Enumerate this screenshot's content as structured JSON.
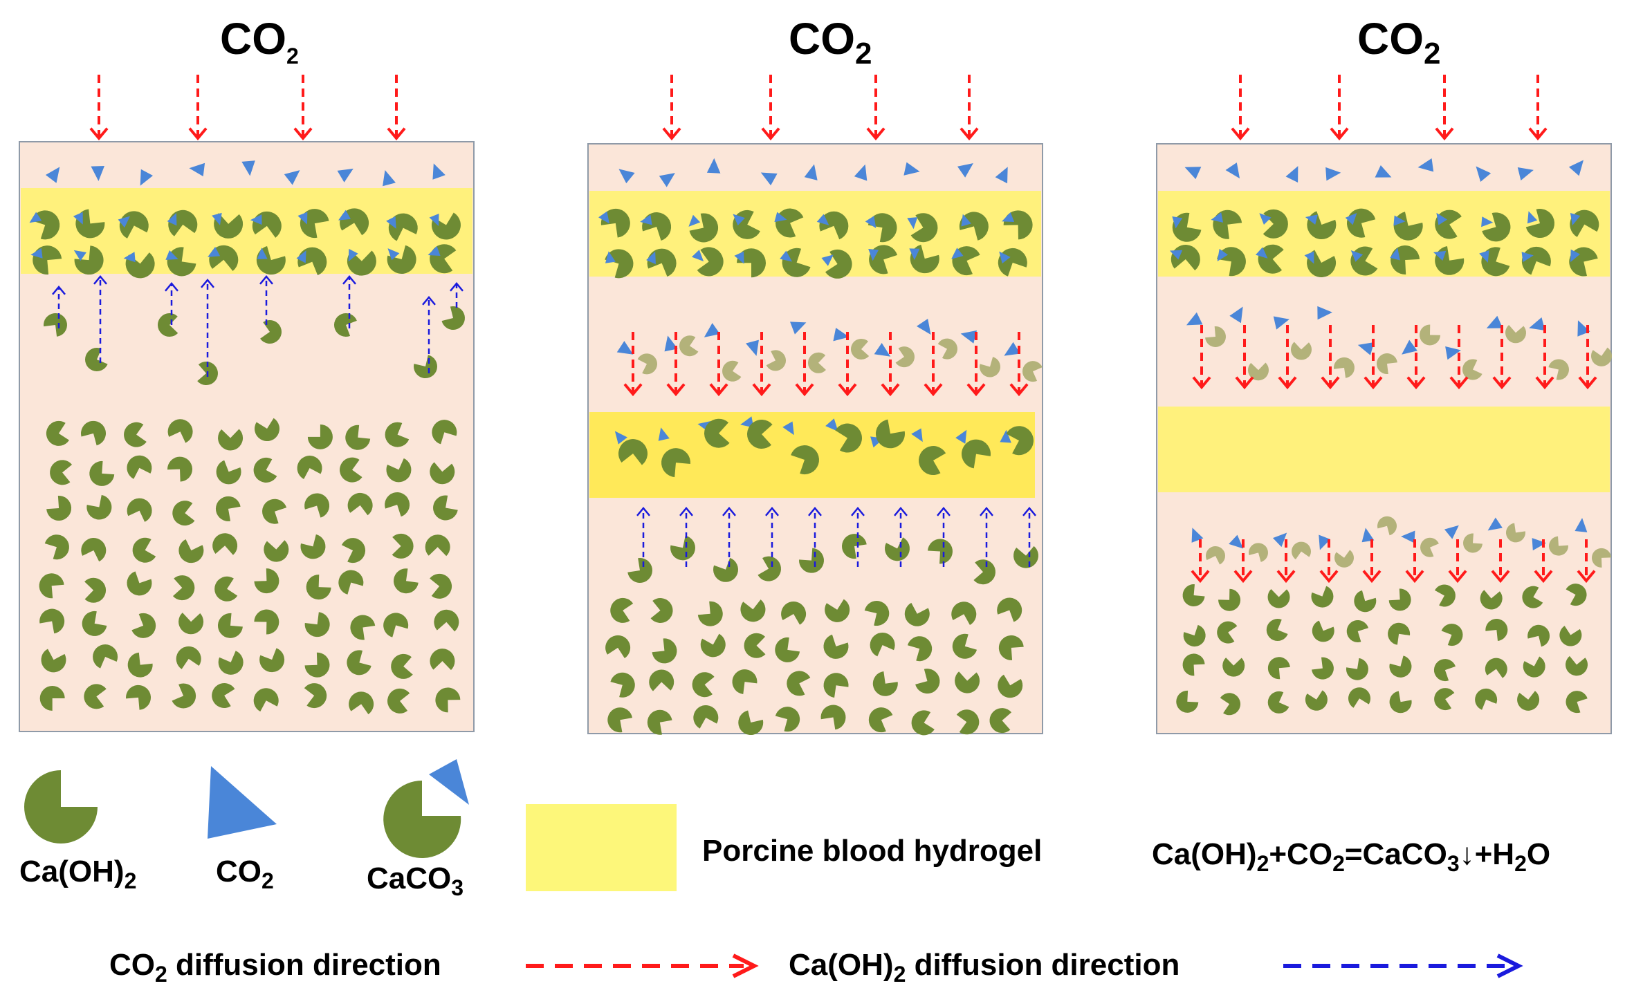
{
  "panels": [
    {
      "title": "CO",
      "title_sub": "2"
    },
    {
      "title": "CO",
      "title_sub": "2"
    },
    {
      "title": "CO",
      "title_sub": "2"
    }
  ],
  "legend": {
    "caoh2": {
      "main": "Ca(OH)",
      "sub": "2"
    },
    "co2": {
      "main": "CO",
      "sub": "2"
    },
    "caco3": {
      "main": "CaCO",
      "sub": "3"
    },
    "hydrogel": "Porcine blood hydrogel",
    "equation": {
      "p1": "Ca(OH)",
      "s1": "2",
      "p2": "+CO",
      "s2": "2",
      "p3": "=CaCO",
      "s3": "3",
      "p4": "↓+H",
      "s4": "2",
      "p5": "O"
    },
    "co2_diffusion": {
      "main": "CO",
      "sub": "2",
      "rest": " diffusion direction"
    },
    "caoh2_diffusion": {
      "main": "Ca(OH)",
      "sub": "2",
      "rest": " diffusion direction"
    }
  },
  "colors": {
    "background_panel": "#fbe6d9",
    "panel_border": "#8f9aa8",
    "hydrogel_band": "#fff26b",
    "caoh2_particle": "#6e8b34",
    "co2_particle": "#4a86d8",
    "caco3_faded": "#b3b27a",
    "co2_arrow": "#ff1a1a",
    "caoh2_arrow": "#1a1add"
  },
  "icons": [
    "caoh2-pacman-icon",
    "co2-triangle-icon",
    "caco3-combined-icon",
    "hydrogel-swatch-icon",
    "red-dashed-arrow-icon",
    "blue-dashed-arrow-icon"
  ]
}
